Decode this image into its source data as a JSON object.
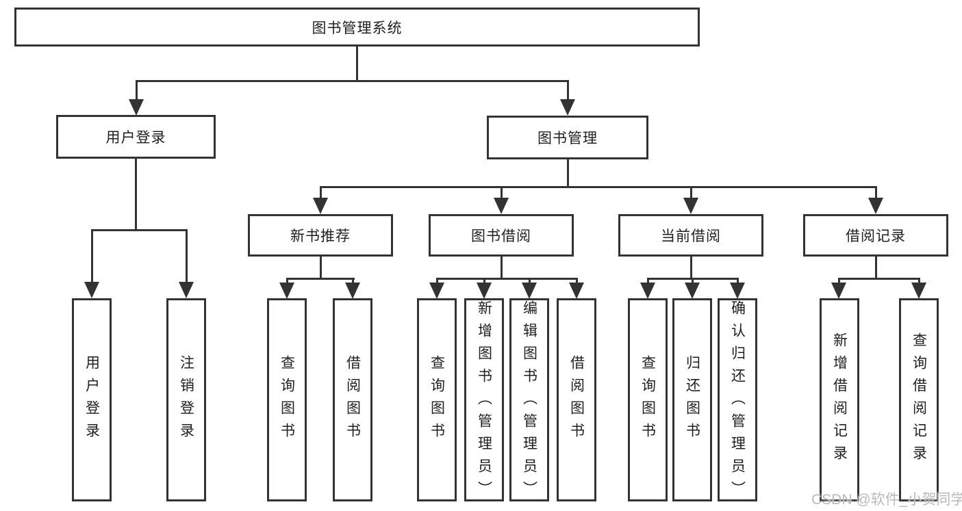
{
  "tree": {
    "root": {
      "label": "图书管理系统"
    },
    "branches": [
      {
        "label": "用户登录",
        "children": [
          {
            "label": "用户登录"
          },
          {
            "label": "注销登录"
          }
        ]
      },
      {
        "label": "图书管理",
        "children": [
          {
            "label": "新书推荐",
            "children": [
              {
                "label": "查询图书"
              },
              {
                "label": "借阅图书"
              }
            ]
          },
          {
            "label": "图书借阅",
            "children": [
              {
                "label": "查询图书"
              },
              {
                "label": "新增图书（管理员）"
              },
              {
                "label": "编辑图书（管理员）"
              },
              {
                "label": "借阅图书"
              }
            ]
          },
          {
            "label": "当前借阅",
            "children": [
              {
                "label": "查询图书"
              },
              {
                "label": "归还图书"
              },
              {
                "label": "确认归还（管理员）"
              }
            ]
          },
          {
            "label": "借阅记录",
            "children": [
              {
                "label": "新增借阅记录"
              },
              {
                "label": "查询借阅记录"
              }
            ]
          }
        ]
      }
    ]
  },
  "watermark": {
    "text": "CSDN @软件_小贺同学"
  },
  "colors": {
    "line": "#333333",
    "box_border": "#333333",
    "box_fill": "#ffffff",
    "text": "#1f1f1f",
    "watermark": "#b9b9b9"
  }
}
